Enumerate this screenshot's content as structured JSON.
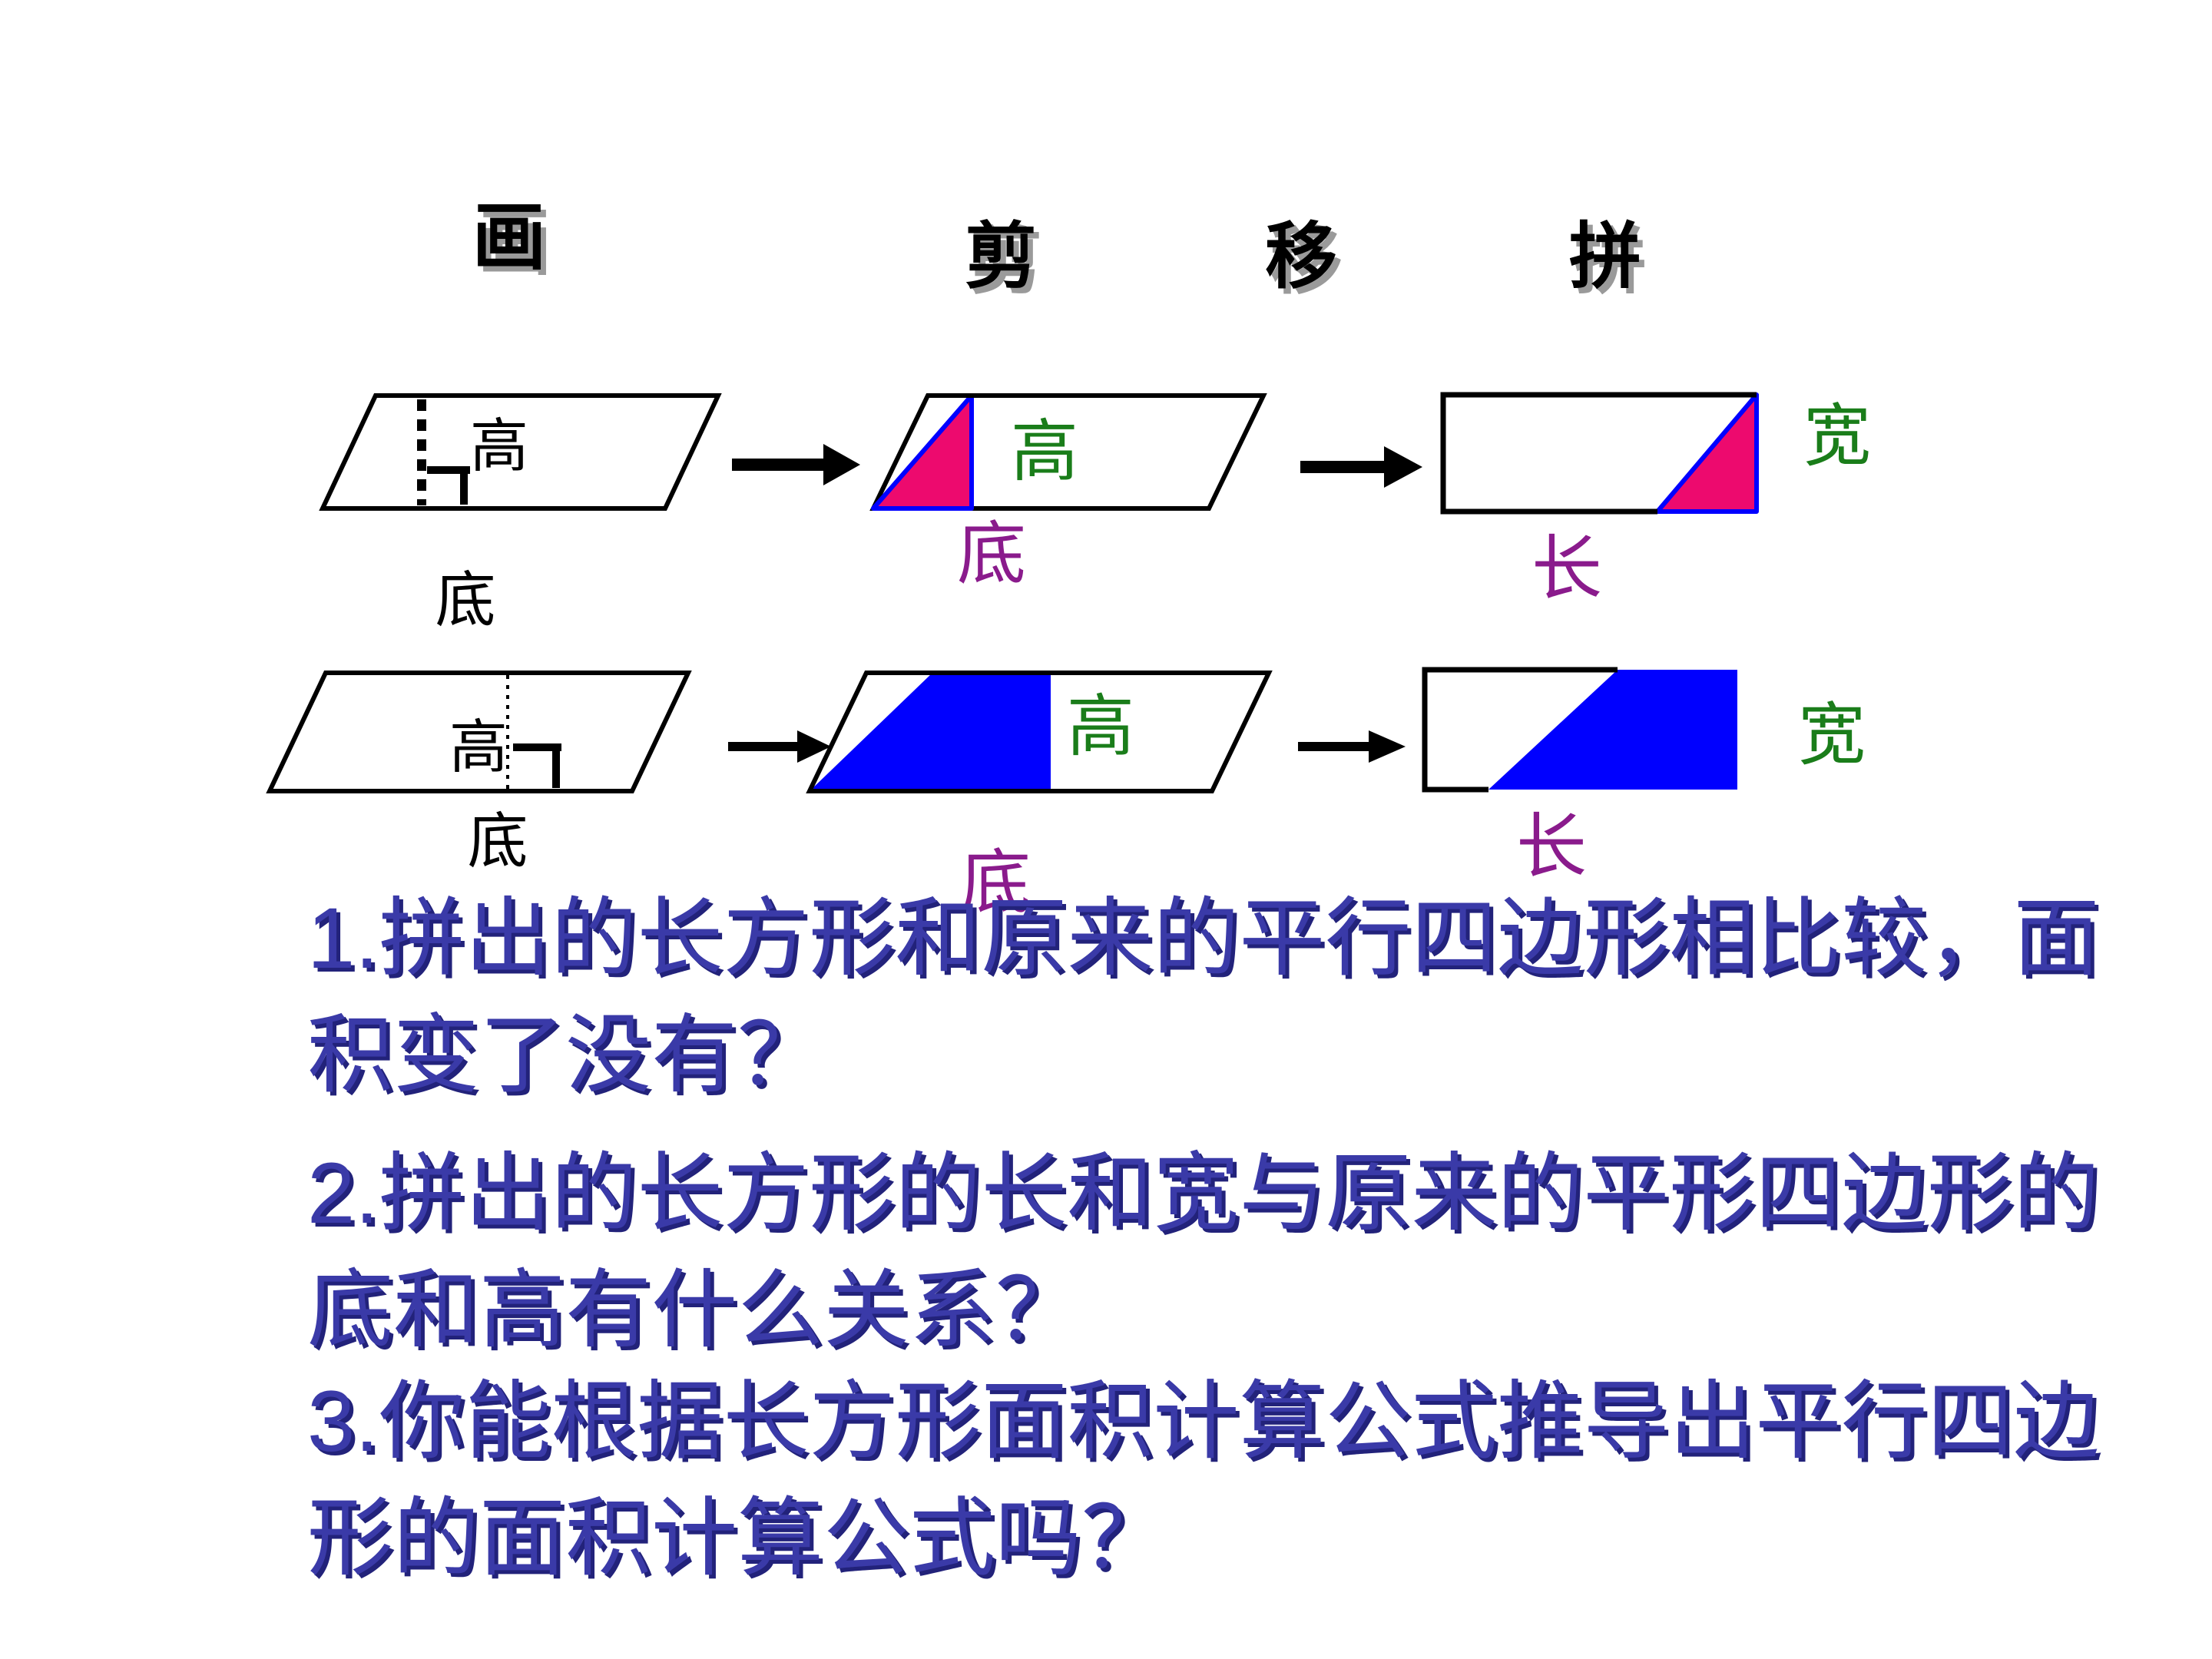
{
  "palette": {
    "background": "#FFFFFF",
    "outline_black": "#000000",
    "pink_piece": "#ED0A6E",
    "blue_piece": "#0000FF",
    "cut_outline_blue": "#0000FF",
    "green_label": "#1A7D1A",
    "purple_label": "#8A1B8C",
    "question_text": "#3A3AA8",
    "question_shadow": "#22227A",
    "header_text": "#000000",
    "header_shadow": "#9A9A9A"
  },
  "header": {
    "steps": [
      "画",
      "剪",
      "移",
      "拼"
    ]
  },
  "diagram": {
    "height_label": "高",
    "base_label": "底",
    "width_label": "宽",
    "length_label": "长"
  },
  "questions": [
    {
      "line1": "1.拼出的长方形和原来的平行四边形相比较，面",
      "line2": "积变了没有？"
    },
    {
      "line1": "2.拼出的长方形的长和宽与原来的平形四边形的",
      "line2": "底和高有什么关系？"
    },
    {
      "line1": "3.你能根据长方形面积计算公式推导出平行四边",
      "line2": "形的面积计算公式吗？"
    }
  ]
}
